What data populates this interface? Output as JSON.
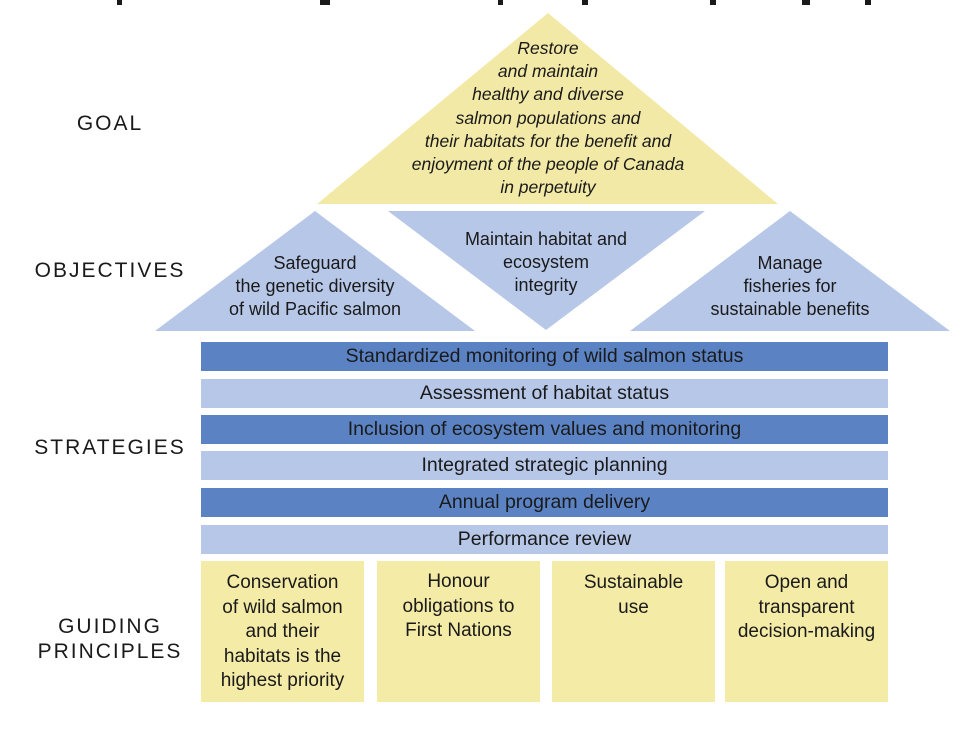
{
  "row_labels": {
    "goal": "GOAL",
    "objectives": "OBJECTIVES",
    "strategies": "STRATEGIES",
    "principles_line1": "GUIDING",
    "principles_line2": "PRINCIPLES"
  },
  "goal": {
    "lines": [
      "Restore",
      "and maintain",
      "healthy and diverse",
      "salmon populations and",
      "their habitats for the benefit and",
      "enjoyment of the people of Canada",
      "in perpetuity"
    ]
  },
  "objectives": [
    {
      "lines": [
        "Safeguard",
        "the genetic diversity",
        "of wild Pacific salmon"
      ]
    },
    {
      "lines": [
        "Maintain habitat and",
        "ecosystem",
        "integrity"
      ]
    },
    {
      "lines": [
        "Manage",
        "fisheries for",
        "sustainable benefits"
      ]
    }
  ],
  "strategies": [
    "Standardized monitoring of wild salmon status",
    "Assessment of habitat status",
    "Inclusion of ecosystem values and monitoring",
    "Integrated strategic planning",
    "Annual program delivery",
    "Performance review"
  ],
  "principles": [
    {
      "lines": [
        "Conservation",
        "of wild salmon",
        "and their",
        "habitats is the",
        "highest priority"
      ]
    },
    {
      "lines": [
        "Honour",
        "obligations to",
        "First Nations"
      ]
    },
    {
      "lines": [
        "Sustainable",
        "use"
      ]
    },
    {
      "lines": [
        "Open and",
        "transparent",
        "decision-making"
      ]
    }
  ],
  "colors": {
    "goal_fill": "#f2e9a6",
    "objective_fill": "#b7c7e8",
    "bar_dark": "#5b83c4",
    "bar_light": "#b7c7e8",
    "pillar_fill": "#f4eba7"
  }
}
